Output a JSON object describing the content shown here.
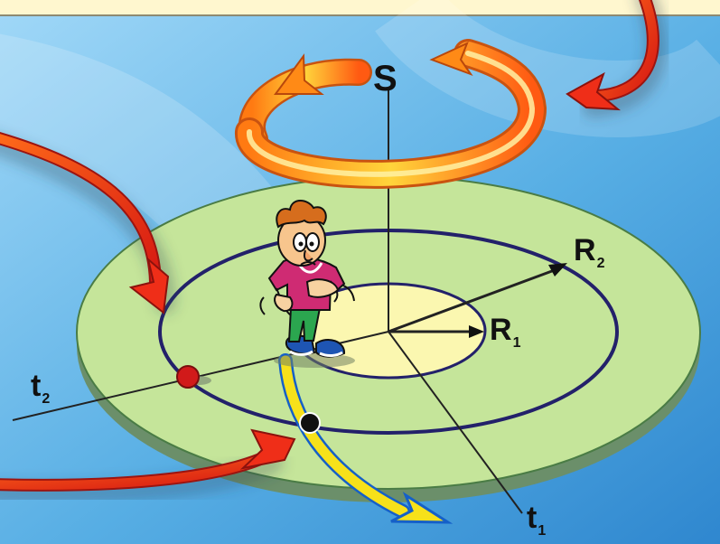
{
  "labels": {
    "s": "S",
    "r1_main": "R",
    "r1_sub": "1",
    "r2_main": "R",
    "r2_sub": "2",
    "t1_main": "t",
    "t1_sub": "1",
    "t2_main": "t",
    "t2_sub": "2"
  },
  "colors": {
    "background": "#5fb4e6",
    "top_band": "#fff7cf",
    "disk_top": "#c5e59a",
    "disk_side": "#6b8f6a",
    "inner_disk": "#fbf7b0",
    "orbit_ring": "#23216a",
    "rotation_arrow": "#ff9c1c",
    "red_arrows": "#e5221c",
    "path_arrow": "#f7e11a",
    "red_ball": "#d11a1a",
    "black_ball": "#101010"
  },
  "icons": {
    "rotation": "circular-arrow-icon",
    "observer": "cartoon-boy-icon",
    "red_arrow": "curved-red-arrow-icon",
    "path": "trajectory-arrow-icon"
  }
}
